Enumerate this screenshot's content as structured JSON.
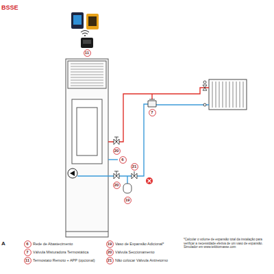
{
  "diagram": {
    "nodes": [
      {
        "text": [
          "11"
        ]
      },
      {
        "text": [
          "7"
        ]
      },
      {
        "text": [
          "20"
        ]
      },
      {
        "text": [
          "6"
        ]
      },
      {
        "text": [
          "21"
        ]
      },
      {
        "text": [
          "20"
        ]
      },
      {
        "text": [
          "19"
        ]
      },
      {
        "text": [
          "6"
        ]
      },
      {
        "text": [
          "7"
        ]
      },
      {
        "text": [
          "11"
        ]
      },
      {
        "text": [
          "19"
        ]
      },
      {
        "text": [
          "20"
        ]
      },
      {
        "text": [
          "21"
        ]
      }
    ],
    "labels": [
      "BSSE",
      "A",
      "*Calcular o volume de expansão total da instalação para verificar a necessidade efetiva de um vaso de expansão. Simulador em www.tekbiomasse.com"
    ],
    "legend": [
      {
        "text": "Rede de Abastecimento"
      },
      {
        "text": "Válvula Misturadora Termostática"
      },
      {
        "text": "Termostato Remoto + APP (opcional)"
      },
      {
        "text": "Vaso de Expansão Adicional*"
      },
      {
        "text": "Válvula Seccionamento"
      },
      {
        "text": "Não colocar Válvula Antiretorno"
      }
    ]
  }
}
